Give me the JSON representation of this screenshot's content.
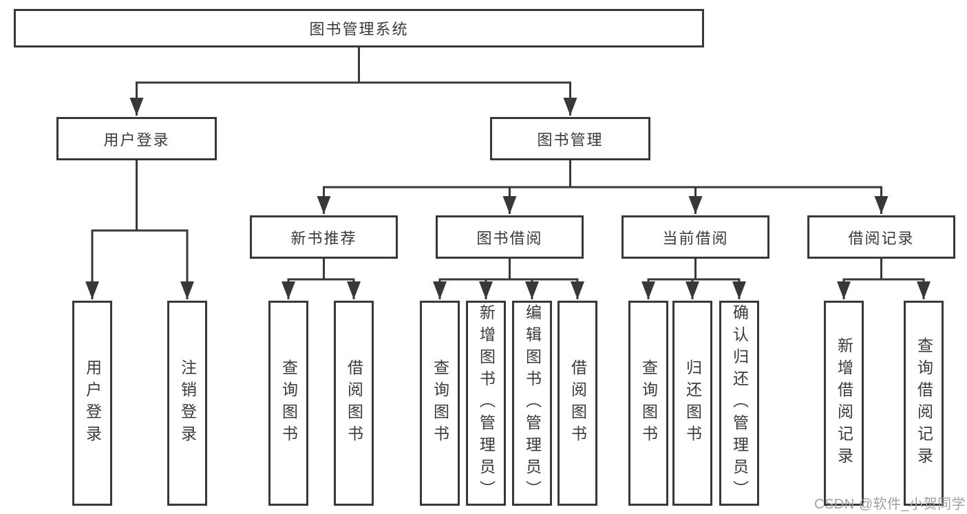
{
  "tree": {
    "label": "图书管理系统",
    "children": [
      {
        "label": "用户登录",
        "children": [
          {
            "label": "用户登录"
          },
          {
            "label": "注销登录"
          }
        ]
      },
      {
        "label": "图书管理",
        "children": [
          {
            "label": "新书推荐",
            "children": [
              {
                "label": "查询图书"
              },
              {
                "label": "借阅图书"
              }
            ]
          },
          {
            "label": "图书借阅",
            "children": [
              {
                "label": "查询图书"
              },
              {
                "label": "新增图书（管理员）"
              },
              {
                "label": "编辑图书（管理员）"
              },
              {
                "label": "借阅图书"
              }
            ]
          },
          {
            "label": "当前借阅",
            "children": [
              {
                "label": "查询图书"
              },
              {
                "label": "归还图书"
              },
              {
                "label": "确认归还（管理员）"
              }
            ]
          },
          {
            "label": "借阅记录",
            "children": [
              {
                "label": "新增借阅记录"
              },
              {
                "label": "查询借阅记录"
              }
            ]
          }
        ]
      }
    ]
  },
  "watermark": {
    "text": "CSDN @软件_小贺同学"
  },
  "colors": {
    "line": "#383838",
    "box_border": "#383838",
    "box_fill": "#ffffff",
    "text": "#3a3a3a",
    "watermark": "#a0a0a0",
    "background": "#ffffff"
  }
}
